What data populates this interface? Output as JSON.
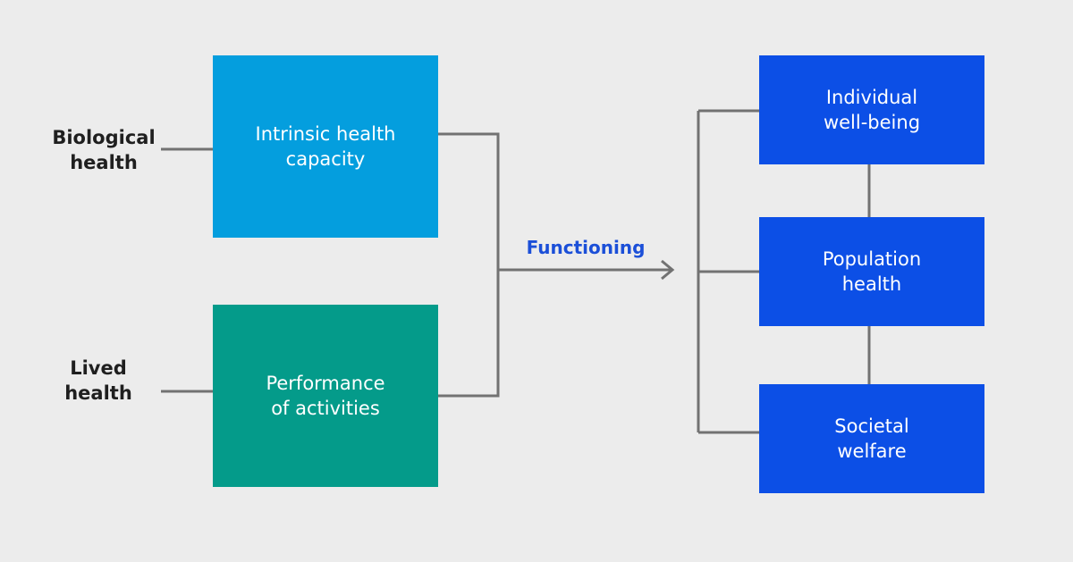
{
  "inputs": {
    "biological": "Biological\nhealth",
    "lived": "Lived\nhealth"
  },
  "boxes": {
    "intrinsic": "Intrinsic health\ncapacity",
    "performance": "Performance\nof activities",
    "individual": "Individual\nwell-being",
    "population": "Population\nhealth",
    "societal": "Societal\nwelfare"
  },
  "center_label": "Functioning",
  "colors": {
    "background": "#ececec",
    "intrinsic_box": "#049ede",
    "performance_box": "#049b8a",
    "outcome_box": "#0c4fe6",
    "functioning_text": "#1b4fd8",
    "connector": "#727272"
  }
}
